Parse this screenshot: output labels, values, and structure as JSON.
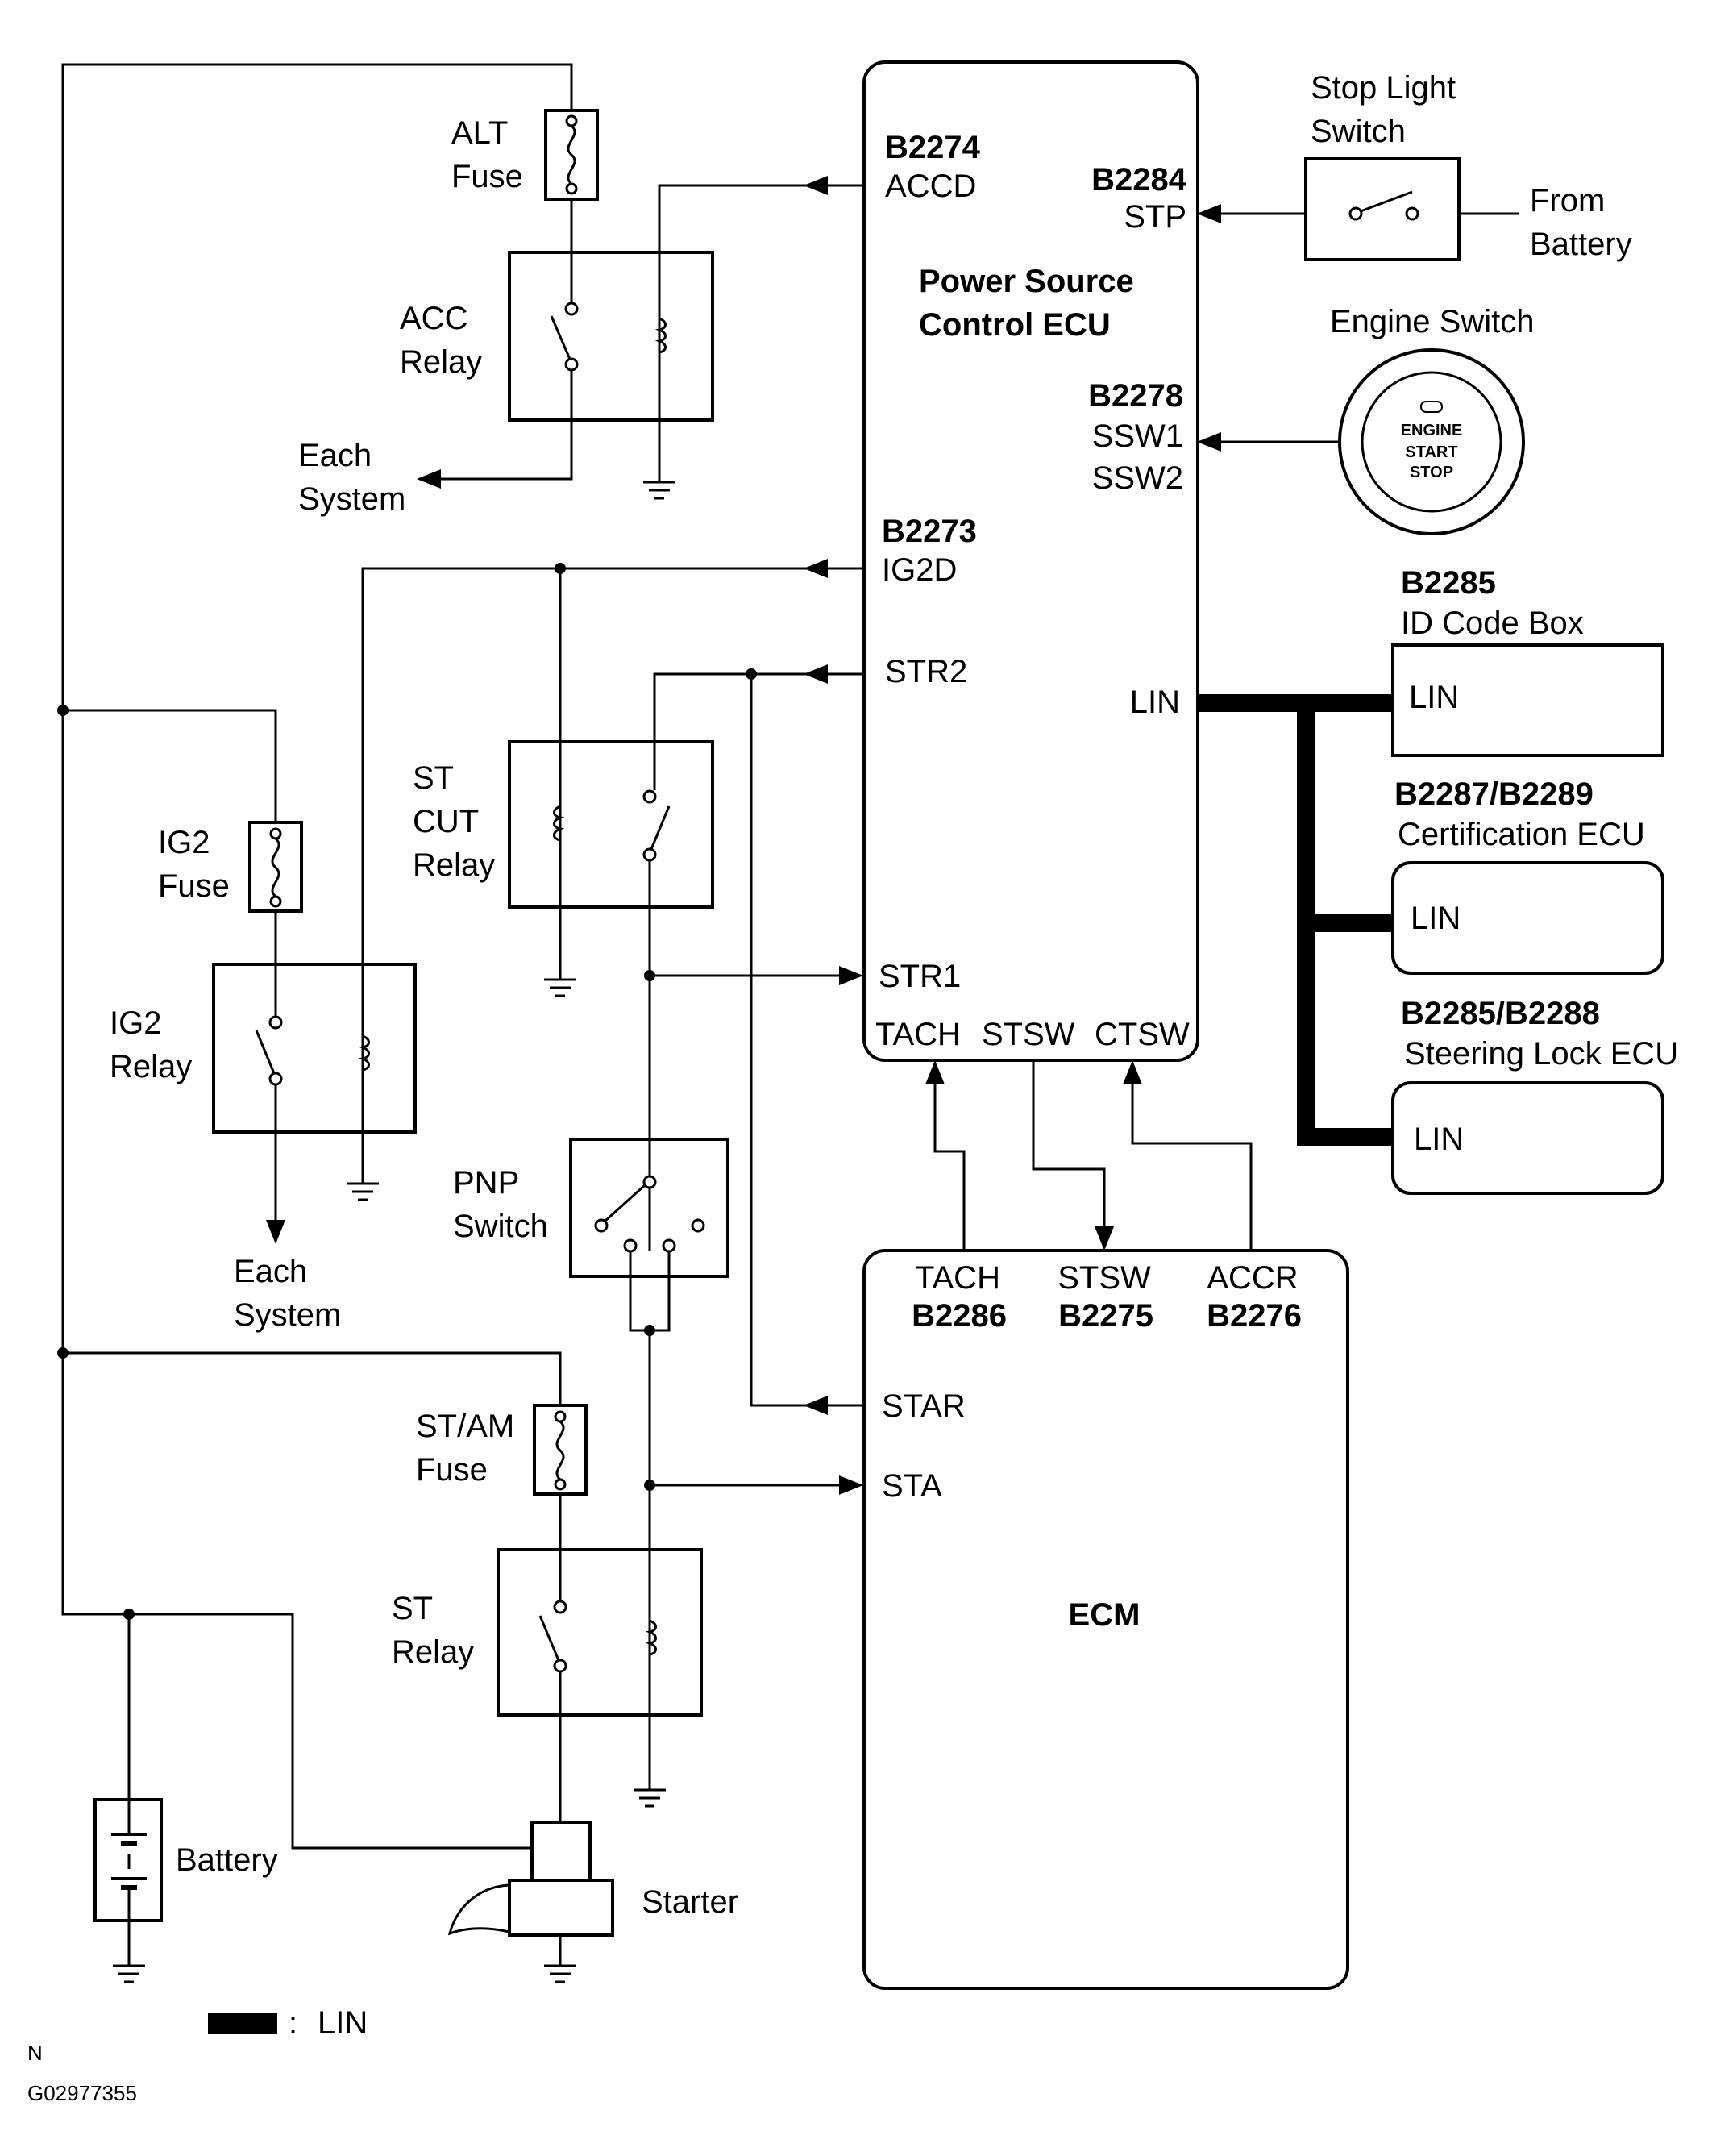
{
  "power_source_ecu": {
    "title_line1": "Power Source",
    "title_line2": "Control ECU",
    "b2274": "B2274",
    "accd": "ACCD",
    "b2284": "B2284",
    "stp": "STP",
    "b2278": "B2278",
    "ssw1": "SSW1",
    "ssw2": "SSW2",
    "b2273": "B2273",
    "ig2d": "IG2D",
    "str2": "STR2",
    "lin": "LIN",
    "str1": "STR1",
    "tach": "TACH",
    "stsw": "STSW",
    "ctsw": "CTSW"
  },
  "ecm": {
    "title": "ECM",
    "tach": "TACH",
    "b2286": "B2286",
    "stsw": "STSW",
    "b2275": "B2275",
    "accr": "ACCR",
    "b2276": "B2276",
    "star": "STAR",
    "sta": "STA"
  },
  "components": {
    "alt_fuse": [
      "ALT",
      "Fuse"
    ],
    "acc_relay": [
      "ACC",
      "Relay"
    ],
    "each_system_1": [
      "Each",
      "System"
    ],
    "ig2_fuse": [
      "IG2",
      "Fuse"
    ],
    "ig2_relay": [
      "IG2",
      "Relay"
    ],
    "each_system_2": [
      "Each",
      "System"
    ],
    "st_cut_relay": [
      "ST",
      "CUT",
      "Relay"
    ],
    "pnp_switch": [
      "PNP",
      "Switch"
    ],
    "st_am_fuse": [
      "ST/AM",
      "Fuse"
    ],
    "st_relay": [
      "ST",
      "Relay"
    ],
    "battery": "Battery",
    "starter": "Starter",
    "stop_light_switch": [
      "Stop Light",
      "Switch"
    ],
    "from_battery": [
      "From",
      "Battery"
    ],
    "engine_switch": "Engine Switch",
    "engine_button": [
      "ENGINE",
      "START",
      "STOP"
    ]
  },
  "lin_devices": {
    "id_code_box_code": "B2285",
    "id_code_box": "ID Code Box",
    "id_code_box_lin": "LIN",
    "cert_code": "B2287/B2289",
    "cert": "Certification ECU",
    "cert_lin": "LIN",
    "steer_code": "B2285/B2288",
    "steer": "Steering Lock ECU",
    "steer_lin": "LIN"
  },
  "legend": {
    "separator": ":",
    "label": "LIN"
  },
  "footer": {
    "letter": "N",
    "code": "G02977355"
  }
}
